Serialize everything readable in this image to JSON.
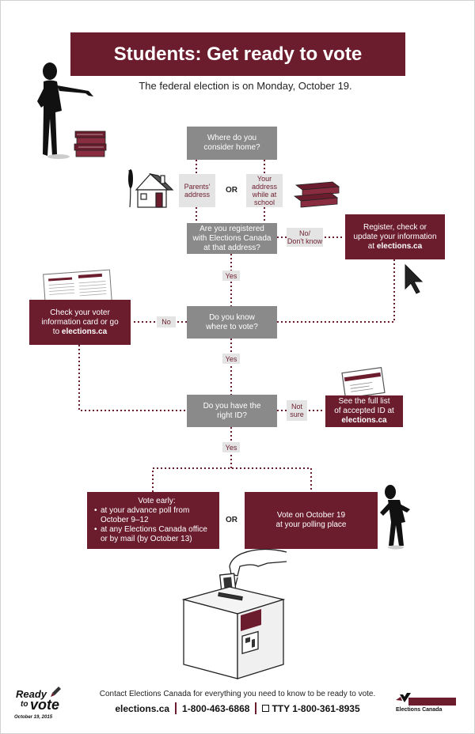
{
  "header": {
    "title": "Students: Get ready to vote",
    "subtitle": "The federal election is on Monday, October 19."
  },
  "flow": {
    "home_q": "Where do you\nconsider home?",
    "parents": "Parents'\naddress",
    "or1": "OR",
    "school": "Your\naddress\nwhile at\nschool",
    "registered_q": "Are you registered\nwith Elections Canada\nat that address?",
    "nodontknow": "No/\nDon't know",
    "register_pre": "Register, check or\nupdate your information\nat ",
    "register_link": "elections.ca",
    "yes1": "Yes",
    "where_q": "Do you know\nwhere to vote?",
    "no": "No",
    "check_pre": "Check your voter\ninformation card or go\nto ",
    "check_link": "elections.ca",
    "yes2": "Yes",
    "id_q": "Do you have the\nright ID?",
    "notsure": "Not\nsure",
    "idlist_pre": "See the full list\nof accepted ID at\n",
    "idlist_link": "elections.ca",
    "yes3": "Yes",
    "early_title": "Vote early:",
    "early_b1": "at your advance poll from\nOctober 9–12",
    "early_b2": "at any Elections Canada office\nor by mail (by October 13)",
    "or2": "OR",
    "onday": "Vote on October 19\nat your polling place"
  },
  "footer": {
    "logo_line1": "Ready",
    "logo_line2": "to",
    "logo_line3": "vote",
    "logo_date": "October 19, 2015",
    "contact": "Contact Elections Canada for everything you need to know to be ready to vote.",
    "website": "elections.ca",
    "phone": "1-800-463-6868",
    "tty": "TTY 1-800-361-8935",
    "agency": "Elections Canada"
  },
  "colors": {
    "maroon": "#6b1d2e",
    "gray": "#8a8a8a",
    "label_bg": "#e4e4e4"
  }
}
